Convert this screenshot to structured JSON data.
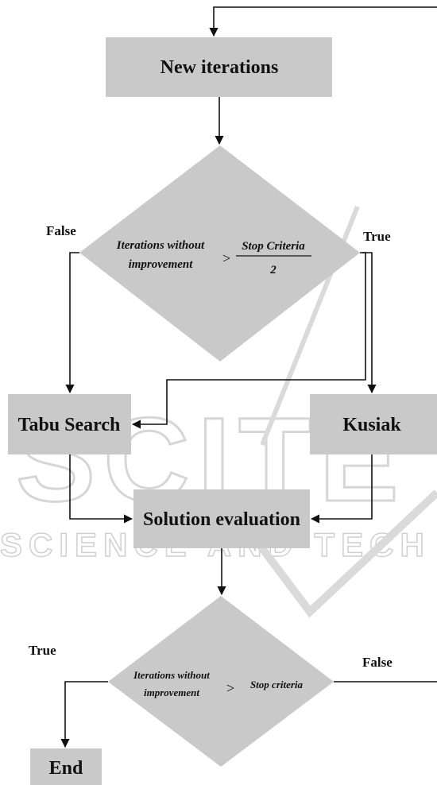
{
  "nodes": {
    "new_iterations": "New iterations",
    "tabu_search": "Tabu Search",
    "kusiak": "Kusiak",
    "solution_evaluation": "Solution evaluation",
    "end": "End"
  },
  "decision1": {
    "lhs_line1": "Iterations without",
    "lhs_line2": "improvement",
    "operator": ">",
    "numerator": "Stop Criteria",
    "denominator": "2",
    "true_label": "True",
    "false_label": "False"
  },
  "decision2": {
    "lhs_line1": "Iterations without",
    "lhs_line2": "improvement",
    "operator": ">",
    "rhs": "Stop criteria",
    "true_label": "True",
    "false_label": "False"
  },
  "watermark": {
    "large": "SCITE",
    "small": "SCIENCE AND TECH"
  }
}
